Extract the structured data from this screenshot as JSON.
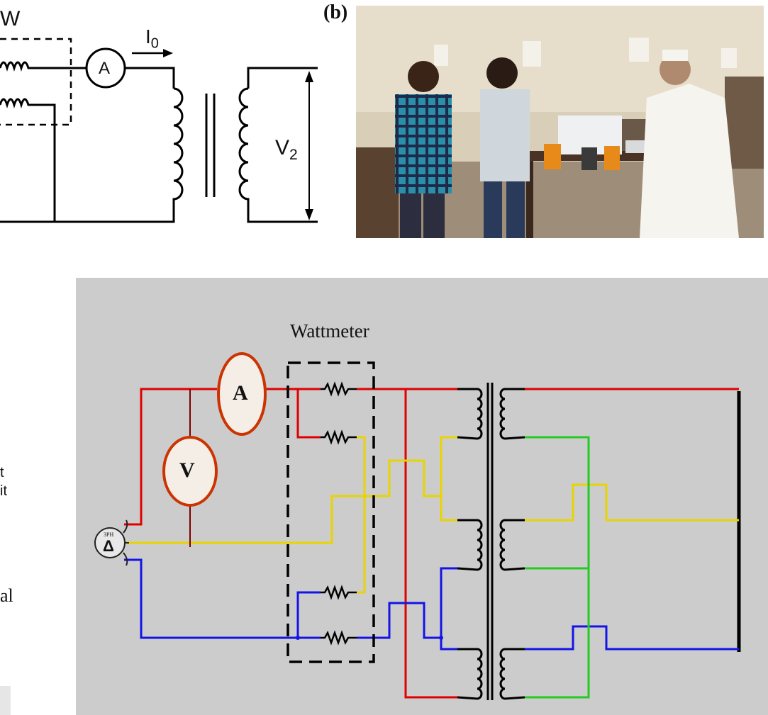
{
  "panel_a": {
    "wattmeter_label": "W",
    "ammeter_label": "A",
    "current_label": "I",
    "current_subscript": "0",
    "voltage_label": "V",
    "voltage_subscript": "2"
  },
  "panel_b": {
    "label": "(b)",
    "photo_subject": "lab-photo-students-with-multimeters-and-transformer"
  },
  "side_text": {
    "line1": "t",
    "line2": "it",
    "line3": "al"
  },
  "panel_c": {
    "title": "Wattmeter",
    "ammeter_label": "A",
    "voltmeter_label": "V",
    "source_label_top": "3PH",
    "source_label_bottom": "Δ"
  },
  "colors": {
    "phase_red": "#e00000",
    "phase_yellow": "#e8d400",
    "phase_blue": "#1414e6",
    "neutral_green": "#22cc22",
    "meter_ring": "#cc3300",
    "panel_bg": "#cccccc"
  }
}
